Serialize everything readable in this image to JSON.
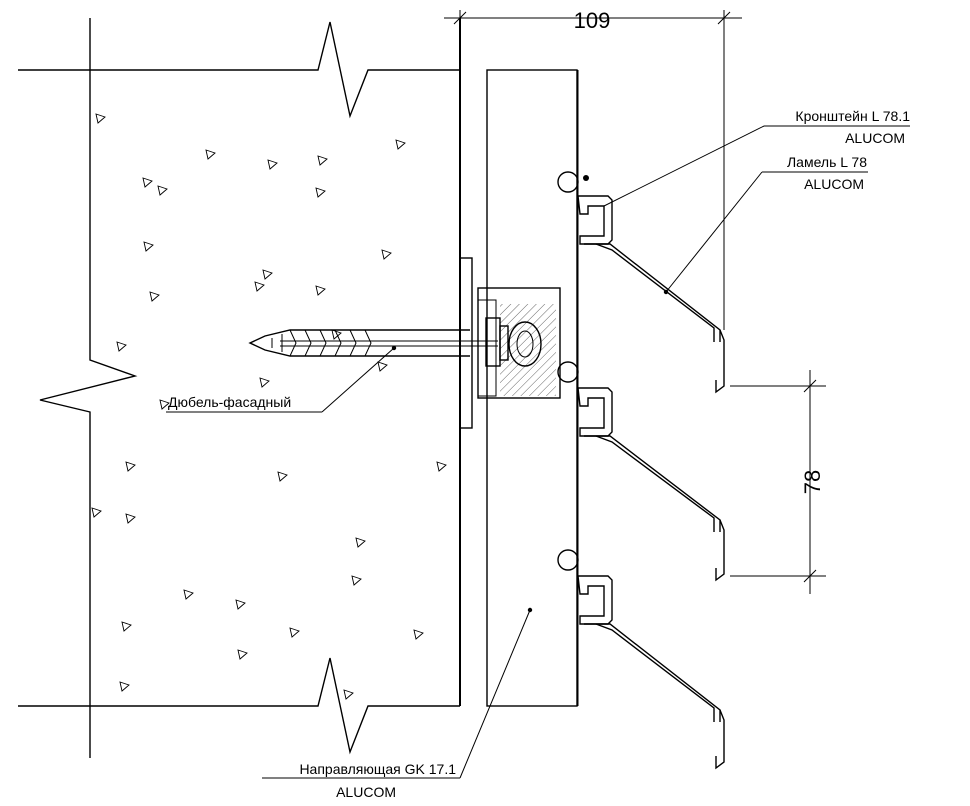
{
  "labels": {
    "bracket": {
      "name": "Кронштейн L 78.1",
      "brand": "ALUCOM"
    },
    "lamella": {
      "name": "Ламель L 78",
      "brand": "ALUCOM"
    },
    "dowel": {
      "name": "Дюбель-фасадный"
    },
    "guide": {
      "name": "Направляющая GK 17.1",
      "brand": "ALUCOM"
    }
  },
  "dimensions": {
    "depth": "109",
    "pitch": "78"
  }
}
